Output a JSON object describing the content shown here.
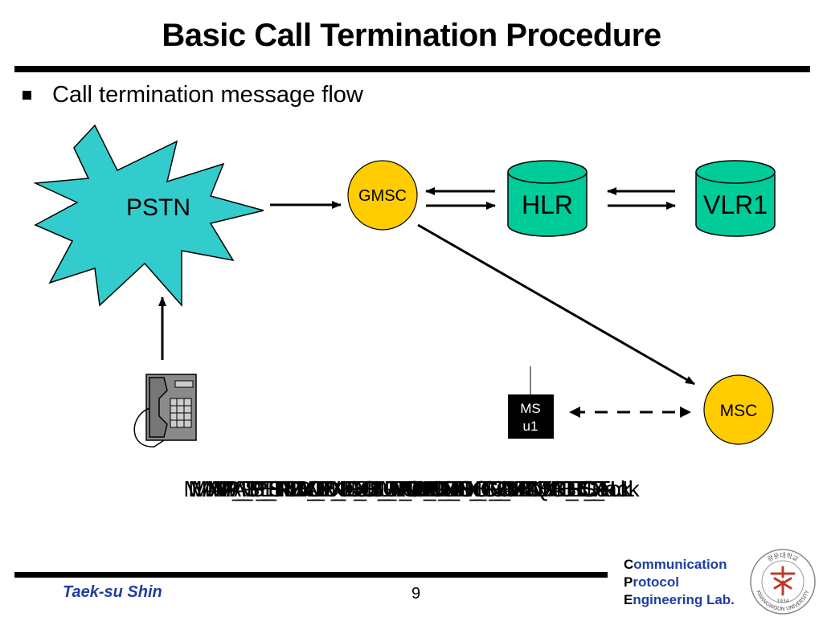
{
  "slide": {
    "title": "Basic Call Termination Procedure",
    "bullet": "Call termination message flow"
  },
  "nodes": {
    "pstn": "PSTN",
    "gmsc": "GMSC",
    "hlr": "HLR",
    "vlr": "VLR1",
    "msc": "MSC",
    "ms_line1": "MS",
    "ms_line2": "u1"
  },
  "overlapping_labels": [
    "MAP_SEND_ROUTING_INFORMATION",
    "MAP_PROVIDE_ROAMING_NUMBER",
    "MAP_PROVIDE_ROAMING_NUMBER_ack",
    "MAP_SEND_ROUTING_INFORMATION_ack",
    "IAM",
    "MAP_SEND_INFO_FOR_INCOMING_CALL",
    "MAP_PAGE",
    "MAP_PROCESS_ACCESS_REQUEST",
    "MAP_COMPLETE_CALL",
    "ACM"
  ],
  "footer": {
    "author": "Taek-su Shin",
    "page": "9",
    "lab_line1_cap": "C",
    "lab_line1_rest": "ommunication",
    "lab_line2_cap": "P",
    "lab_line2_rest": "rotocol",
    "lab_line3_cap": "E",
    "lab_line3_rest": "ngineering Lab.",
    "seal_text_top": "광운대학교",
    "seal_text_bottom": "KWANGWOON UNIVERSITY",
    "seal_year": "1934"
  },
  "colors": {
    "pstn_fill": "#33cccc",
    "gmsc_fill": "#ffcc00",
    "db_fill": "#00cc99",
    "ms_fill": "#000000",
    "lab_text": "#1f3f9f",
    "seal_red": "#c0392b"
  }
}
